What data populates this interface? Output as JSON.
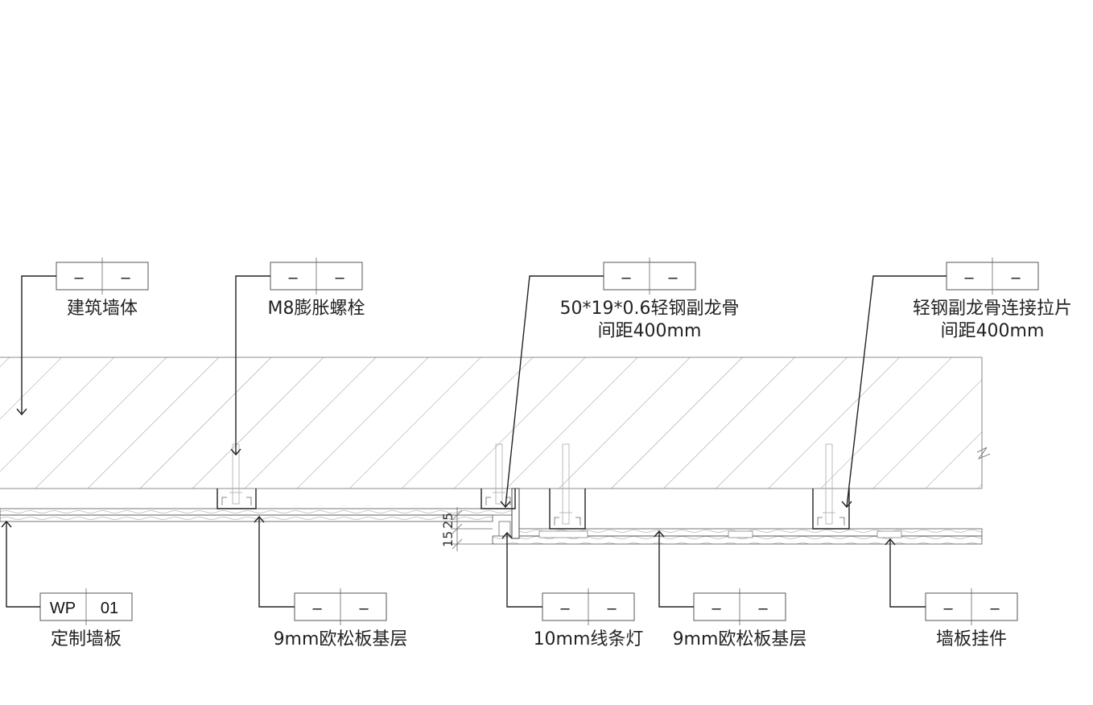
{
  "drawing": {
    "top_callouts": [
      {
        "tag_left": "–",
        "tag_right": "–",
        "lines": [
          "建筑墙体"
        ]
      },
      {
        "tag_left": "–",
        "tag_right": "–",
        "lines": [
          "M8膨胀螺栓"
        ]
      },
      {
        "tag_left": "–",
        "tag_right": "–",
        "lines": [
          "50*19*0.6轻钢副龙骨",
          "间距400mm"
        ]
      },
      {
        "tag_left": "–",
        "tag_right": "–",
        "lines": [
          "轻钢副龙骨连接拉片",
          "间距400mm"
        ]
      }
    ],
    "bottom_callouts": [
      {
        "tag_left": "WP",
        "tag_right": "01",
        "lines": [
          "定制墙板"
        ]
      },
      {
        "tag_left": "–",
        "tag_right": "–",
        "lines": [
          "9mm欧松板基层"
        ]
      },
      {
        "tag_left": "–",
        "tag_right": "–",
        "lines": [
          "10mm线条灯"
        ]
      },
      {
        "tag_left": "–",
        "tag_right": "–",
        "lines": [
          "9mm欧松板基层"
        ]
      },
      {
        "tag_left": "–",
        "tag_right": "–",
        "lines": [
          "墙板挂件"
        ]
      }
    ],
    "dimensions": [
      "15",
      "25"
    ]
  }
}
